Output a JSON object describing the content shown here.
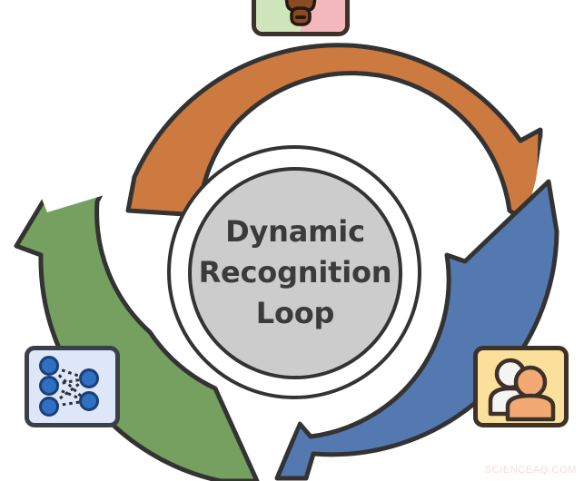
{
  "diagram": {
    "type": "cyclic-process-diagram",
    "center": {
      "lines": [
        "Dynamic",
        "Recognition",
        "Loop"
      ],
      "text_color": "#3b3b3b",
      "fill_color": "#cccccc",
      "ring_color": "#ffffff",
      "outline_color": "#333333"
    },
    "arcs": [
      {
        "id": "arc-orange",
        "name": "top-arc",
        "color": "#cc7a3f",
        "position": "top",
        "arrow_direction": "clockwise",
        "start_angle_deg": 196,
        "end_angle_deg": 52
      },
      {
        "id": "arc-blue",
        "name": "right-arc",
        "color": "#5479b0",
        "position": "right",
        "arrow_direction": "clockwise",
        "start_angle_deg": 56,
        "end_angle_deg": 161
      },
      {
        "id": "arc-green",
        "name": "left-arc",
        "color": "#75a060",
        "position": "left",
        "arrow_direction": "clockwise",
        "start_angle_deg": 191,
        "end_angle_deg": 312
      }
    ],
    "icons": [
      {
        "id": "icon-top",
        "name": "cow-head-icon",
        "label": "cow-head-icon",
        "position": "top",
        "background_left": "#cfe6bd",
        "background_right": "#f3b8bc",
        "border_color": "#3d3129",
        "glyph_color": "#8a4b22"
      },
      {
        "id": "icon-left",
        "name": "neural-network-icon",
        "label": "neural-network-icon",
        "position": "bottom-left",
        "background": "#dde7f7",
        "border_color": "#3b4048",
        "node_color": "#2f6fc4",
        "node_outline": "#1d3f76"
      },
      {
        "id": "icon-right",
        "name": "users-icon",
        "label": "users-icon",
        "position": "bottom-right",
        "background": "#fbe09b",
        "border_color": "#3d3129",
        "person_back_color": "#f2f2f2",
        "person_front_color": "#f2a974"
      }
    ]
  },
  "watermark": {
    "text": "SCIENCEAQ.COM",
    "color": "#f6dcdc"
  }
}
